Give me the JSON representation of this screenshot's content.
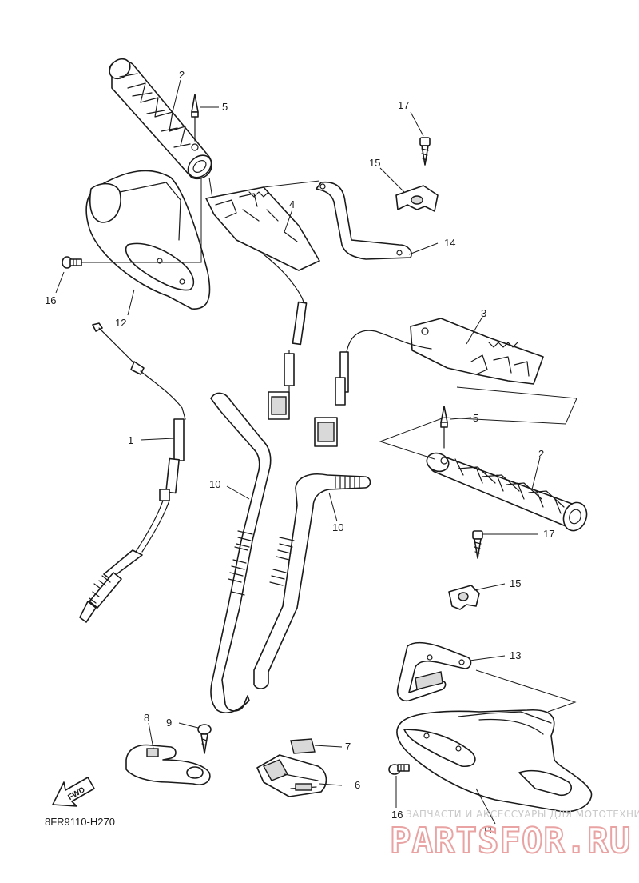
{
  "diagram_code": "8FR9110-H270",
  "fwd_label": "FWD",
  "watermark": {
    "tagline": "ЗАПЧАСТИ И АКСЕССУАРЫ ДЛЯ МОТОТЕХНИКИ",
    "brand": "PARTSFOR.RU",
    "color": "#e9a3a3"
  },
  "callouts": {
    "c1": "1",
    "c2a": "2",
    "c2b": "2",
    "c3": "3",
    "c4": "4",
    "c5a": "5",
    "c5b": "5",
    "c6": "6",
    "c7": "7",
    "c8": "8",
    "c9": "9",
    "c10a": "10",
    "c10b": "10",
    "c11": "11",
    "c12": "12",
    "c13": "13",
    "c14": "14",
    "c15a": "15",
    "c15b": "15",
    "c16a": "16",
    "c16b": "16",
    "c17a": "17",
    "c17b": "17"
  }
}
